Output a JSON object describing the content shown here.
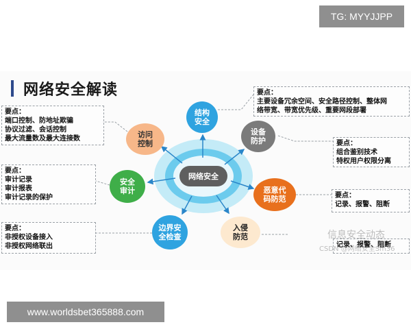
{
  "watermark_top": "TG: MYYJJPP",
  "watermark_bottom": "www.worldsbet365888.com",
  "title": "网络安全解读",
  "center": "网络安全",
  "nodes": {
    "structure": [
      "结构",
      "安全"
    ],
    "device": [
      "设备",
      "防护"
    ],
    "malware": [
      "恶意代",
      "码防范"
    ],
    "intrusion": [
      "入侵",
      "防范"
    ],
    "boundary": [
      "边界安",
      "全检查"
    ],
    "audit": [
      "安全",
      "审计"
    ],
    "access": [
      "访问",
      "控制"
    ]
  },
  "notes": {
    "structure": [
      "要点：",
      "主要设备冗余空间、安全路径控制、整体网",
      "络带宽、带宽优先级、重要网段部署"
    ],
    "access": [
      "要点：",
      "端口控制、防地址欺骗",
      "协议过滤、会话控制",
      "最大流量数及最大连接数"
    ],
    "device": [
      "要点：",
      "组合鉴别技术",
      "特权用户权限分离"
    ],
    "audit": [
      "要点：",
      "审计记录",
      "审计报表",
      "审计记录的保护"
    ],
    "malware": [
      "要点：",
      "记录、报警、阻断"
    ],
    "boundary": [
      "要点：",
      "非授权设备接入",
      "非授权网络联出"
    ],
    "intrusion": [
      "记录、报警、阻断"
    ]
  },
  "overlay_watermark": {
    "line1": "信息安全动态",
    "line2": "CSDN @网络安全Sm36"
  },
  "colors": {
    "structure": "#2fa3e0",
    "device": "#7b7b7b",
    "malware": "#e8701d",
    "intrusion": "#fde9cf",
    "boundary": "#2fa3e0",
    "audit": "#3fae49",
    "access": "#f7b789",
    "ring_outer": "#c4ebf7",
    "ring_inner": "#6ccbed",
    "center": "#5f5f5f"
  }
}
